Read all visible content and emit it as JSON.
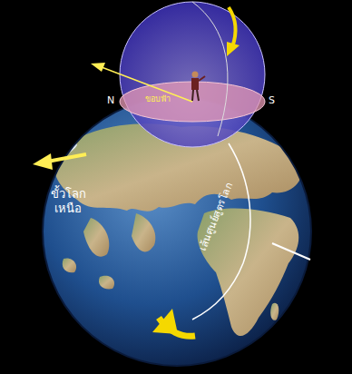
{
  "diagram": {
    "labels": [
      "N",
      "S",
      "ขอบฟ้า",
      "ขั้วโลกเหนือ",
      "เส้นศูนย์สูตรโลก"
    ]
  }
}
